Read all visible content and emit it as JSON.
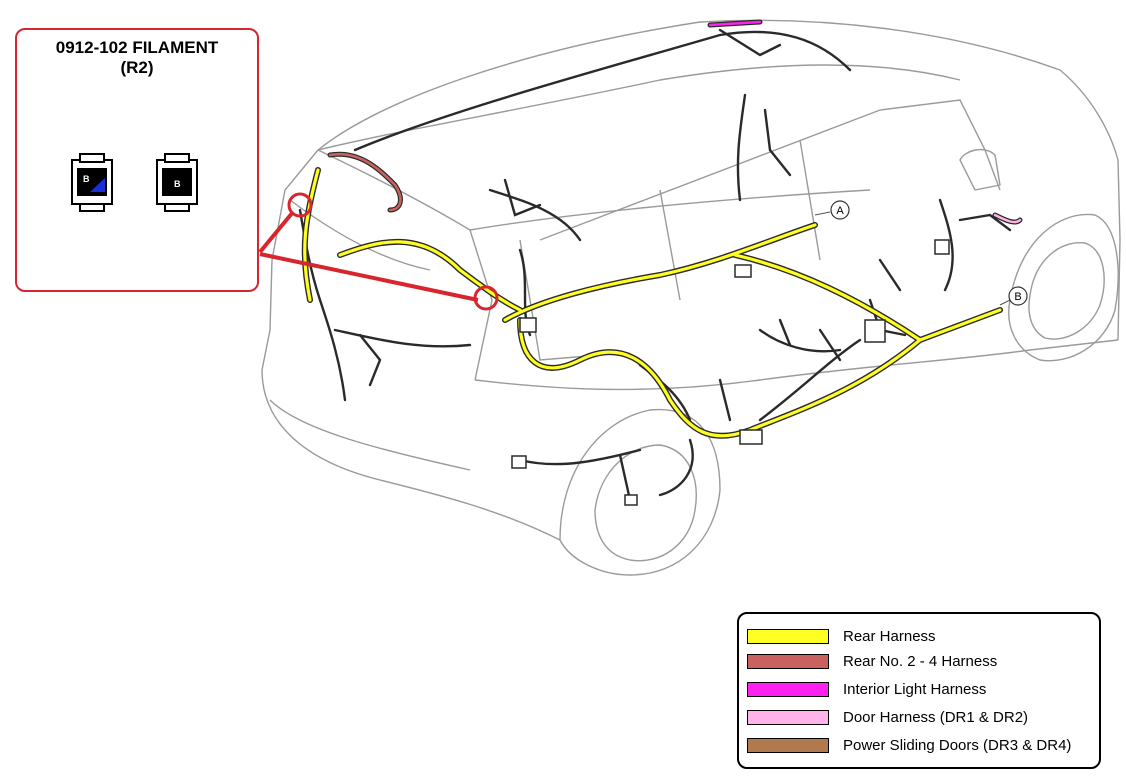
{
  "callout": {
    "title": "0912-102 FILAMENT",
    "subtitle": "(R2)",
    "connector_letter_left": "B",
    "connector_letter_right": "B"
  },
  "markers": {
    "a": "A",
    "b": "B"
  },
  "legend": {
    "items": [
      {
        "label": "Rear Harness",
        "color": "#ffff22"
      },
      {
        "label": "Rear No. 2 - 4 Harness",
        "color": "#c9625e"
      },
      {
        "label": "Interior Light Harness",
        "color": "#ff22ee"
      },
      {
        "label": "Door Harness (DR1 & DR2)",
        "color": "#ffb3e8"
      },
      {
        "label": "Power Sliding Doors (DR3 & DR4)",
        "color": "#b07a4e"
      }
    ]
  },
  "colors": {
    "highlight": "#d7262e",
    "rear_harness": "#ffff22",
    "rear_no2_4": "#c9625e",
    "interior_light": "#ff22ee",
    "wire": "#2a2a2a"
  }
}
